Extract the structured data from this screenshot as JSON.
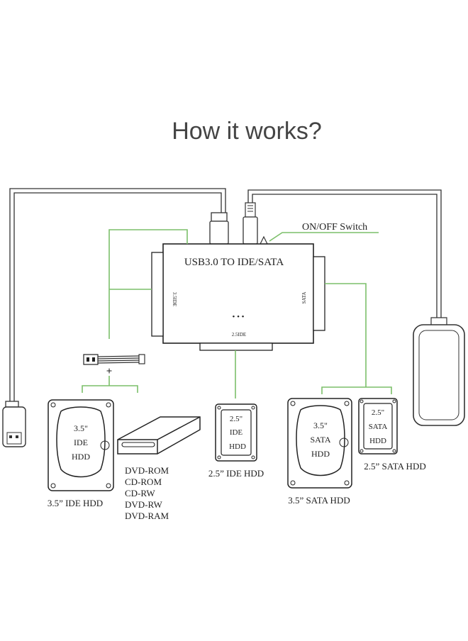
{
  "title": "How it works?",
  "adapter": {
    "label": "USB3.0 TO IDE/SATA",
    "side_left": "3.5IDE",
    "side_right": "SATA",
    "bottom": "2.5IDE",
    "dots": "• • •"
  },
  "switch_label": "ON/OFF Switch",
  "power_plus": "+",
  "devices": {
    "ide35": {
      "top": "3.5\"",
      "mid": "IDE",
      "bot": "HDD",
      "caption": "3.5”  IDE HDD"
    },
    "optical": {
      "list": [
        "DVD-ROM",
        "CD-ROM",
        "CD-RW",
        "DVD-RW",
        "DVD-RAM"
      ]
    },
    "ide25": {
      "top": "2.5\"",
      "mid": "IDE",
      "bot": "HDD",
      "caption": "2.5”  IDE HDD"
    },
    "sata35": {
      "top": "3.5\"",
      "mid": "SATA",
      "bot": "HDD",
      "caption": "3.5”  SATA HDD"
    },
    "sata25": {
      "top": "2.5\"",
      "mid": "SATA",
      "bot": "HDD",
      "caption": "2.5”  SATA HDD"
    }
  },
  "colors": {
    "green_line": "#7cbf6a",
    "line": "#222222"
  }
}
